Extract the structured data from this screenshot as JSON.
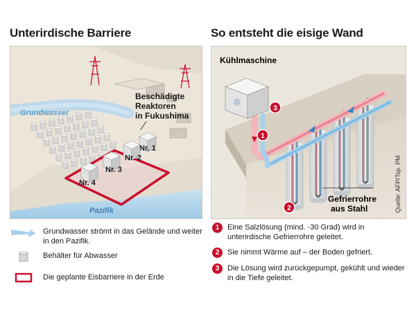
{
  "left_title": "Unterirdische Barriere",
  "right_title": "So entsteht die eisige Wand",
  "map": {
    "damaged_reactors": [
      "Beschädigte",
      "Reaktoren",
      "in Fukushima"
    ],
    "groundwater": "Grundwasser",
    "pacific": "Pazifik",
    "reactors": [
      "Nr. 1",
      "Nr. 2",
      "Nr. 3",
      "Nr. 4"
    ]
  },
  "diagram": {
    "cooling_machine": "Kühlmaschine",
    "freeze_pipes": [
      "Gefrierrohre",
      "aus Stahl"
    ],
    "source": "Quelle: AFP/Tsp. PM",
    "markers": [
      "1",
      "2",
      "3"
    ]
  },
  "legend": [
    {
      "icon": "groundwater-arrow-icon",
      "text": "Grundwasser strömt in das Gelände und weiter in den Pazifik."
    },
    {
      "icon": "tank-icon",
      "text": "Behälter für Abwasser"
    },
    {
      "icon": "barrier-rectangle-icon",
      "text": "Die geplante Eisbarriere in der Erde"
    }
  ],
  "steps": [
    {
      "num": "1",
      "text": "Eine Salzlösung (mind. -30 Grad) wird in unterirdische Gefrierrohre geleitet."
    },
    {
      "num": "2",
      "text": "Sie nimmt Wärme auf – der Boden gefriert."
    },
    {
      "num": "3",
      "text": "Die Lösung wird zurückgepumpt, gekühlt und wieder in die Tiefe geleitet."
    }
  ],
  "colors": {
    "accent": "#c8102e",
    "water": "#a8cfe8",
    "ground": "#ece6dc"
  }
}
